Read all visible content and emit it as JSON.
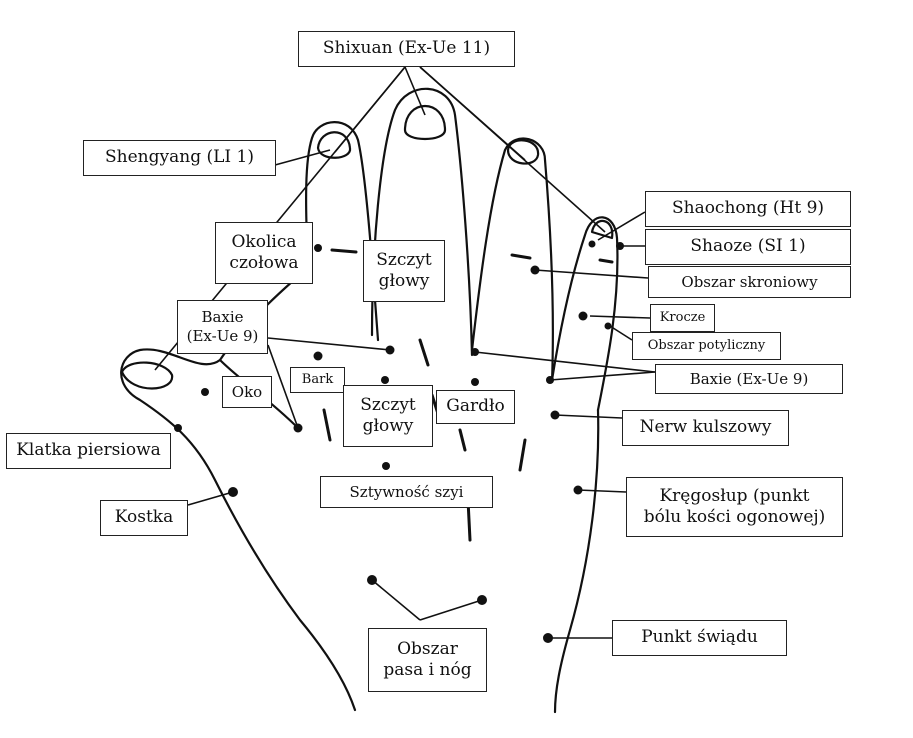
{
  "labels": {
    "shixuan": "Shixuan (Ex-Ue 11)",
    "shengyang": "Shengyang (LI 1)",
    "shaochong": "Shaochong (Ht 9)",
    "shaoze": "Shaoze (SI 1)",
    "obszar_skroniowy": "Obszar skroniowy",
    "okolica_czolowa": "Okolica\nczołowa",
    "szczyt_glowy_top": "Szczyt\ngłowy",
    "baxie_left": "Baxie\n(Ex-Ue 9)",
    "krocze": "Krocze",
    "obszar_potyliczny": "Obszar potyliczny",
    "baxie_right": "Baxie (Ex-Ue 9)",
    "bark": "Bark",
    "oko": "Oko",
    "szczyt_glowy_mid": "Szczyt\ngłowy",
    "gardlo": "Gardło",
    "nerw_kulszowy": "Nerw kulszowy",
    "klatka_piersiowa": "Klatka piersiowa",
    "sztywnosc_szyi": "Sztywność szyi",
    "kregoslup": "Kręgosłup (punkt\nbólu kości ogonowej)",
    "kostka": "Kostka",
    "obszar_pasa": "Obszar\npasa i nóg",
    "punkt_swiadu": "Punkt świądu"
  },
  "colors": {
    "ink": "#111111",
    "box_border": "#222222",
    "background": "#ffffff"
  }
}
